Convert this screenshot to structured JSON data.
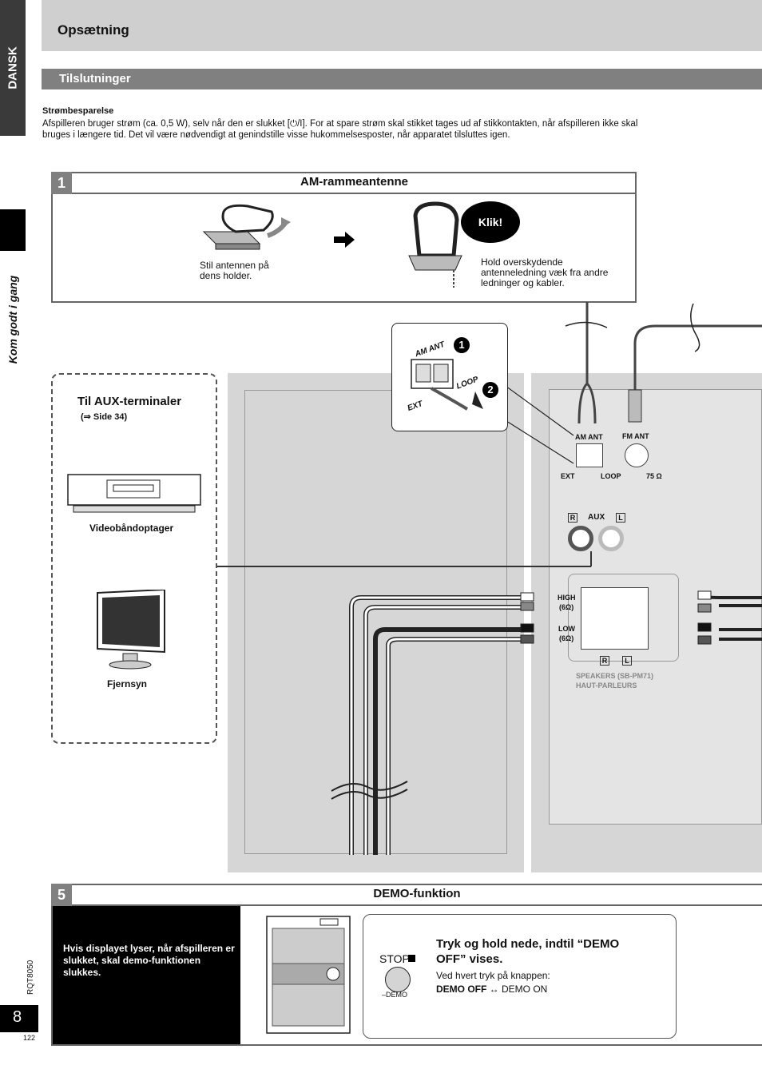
{
  "sidebar": {
    "lang": "DANSK",
    "section": "Kom godt i gang",
    "doc_code": "RQT8050",
    "page_number": "8",
    "page_sub": "122"
  },
  "header": {
    "title": "Opsætning"
  },
  "subheader": {
    "title": "Tilslutninger"
  },
  "power": {
    "title": "Strømbesparelse",
    "text": "Afspilleren bruger strøm (ca. 0,5 W), selv når den er slukket [⏻/I]. For at spare strøm skal stikket tages ud af stikkontakten, når afspilleren ikke skal bruges i længere tid. Det vil være nødvendigt at genindstille visse hukommelsesposter, når apparatet tilsluttes igen."
  },
  "step1": {
    "num": "1",
    "title": "AM-rammeantenne",
    "caption_left": "Stil antennen på dens holder.",
    "klik": "Klik!",
    "caption_right": "Hold overskydende antenneledning væk fra andre ledninger og kabler."
  },
  "aux": {
    "title": "Til AUX-terminaler",
    "ref": "(⇒ Side 34)",
    "vcr": "Videobåndoptager",
    "tv": "Fjernsyn"
  },
  "terminals": {
    "am_ant": "AM ANT",
    "fm_ant": "FM ANT",
    "ext": "EXT",
    "loop": "LOOP",
    "ohm75": "75 Ω",
    "r": "R",
    "aux": "AUX",
    "l": "L",
    "high": "HIGH",
    "high_ohm": "(6Ω)",
    "low": "LOW",
    "low_ohm": "(6Ω)",
    "speakers1": "SPEAKERS (SB-PM71)",
    "speakers2": "HAUT-PARLEURS",
    "zoom_am": "AM ANT",
    "zoom_ext": "EXT",
    "zoom_loop": "LOOP",
    "n1": "1",
    "n2": "2"
  },
  "step5": {
    "num": "5",
    "title": "DEMO-funktion",
    "black_text": "Hvis displayet lyser, når afspilleren er slukket, skal demo-funktionen slukkes.",
    "stop": "STOP",
    "demo_label": "–DEMO",
    "instr": "Tryk og hold nede, indtil “DEMO OFF” vises.",
    "each": "Ved hvert tryk på knappen:",
    "demo_off": "DEMO OFF",
    "arrow": "↔",
    "demo_on": "DEMO ON"
  }
}
